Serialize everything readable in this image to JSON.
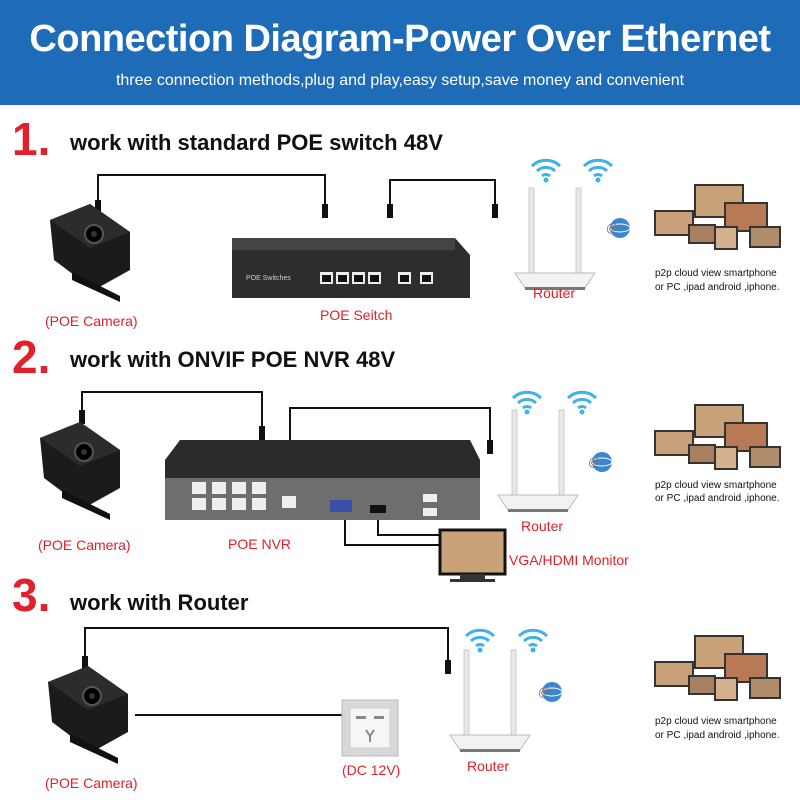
{
  "header": {
    "title": "Connection Diagram-Power Over Ethernet",
    "subtitle": "three connection methods,plug and play,easy setup,save money and convenient"
  },
  "colors": {
    "header_bg": "#1e6bb8",
    "accent_red": "#e0202a"
  },
  "sections": [
    {
      "number": "1.",
      "title": "work with standard POE switch 48V",
      "labels": {
        "camera": "(POE Camera)",
        "device": "POE Seitch",
        "router": "Router"
      },
      "switch_text": "POE Switches",
      "cloud_text": [
        "p2p cloud view smartphone",
        "or PC ,ipad android ,iphone."
      ]
    },
    {
      "number": "2.",
      "title": "work with ONVIF POE NVR 48V",
      "labels": {
        "camera": "(POE Camera)",
        "device": "POE NVR",
        "router": "Router",
        "monitor": "VGA/HDMI Monitor"
      },
      "cloud_text": [
        "p2p cloud view smartphone",
        "or PC ,ipad android ,iphone."
      ]
    },
    {
      "number": "3.",
      "title": "work with Router",
      "labels": {
        "camera": "(POE Camera)",
        "power": "(DC 12V)",
        "router": "Router"
      },
      "cloud_text": [
        "p2p cloud view smartphone",
        "or PC ,ipad android ,iphone."
      ]
    }
  ],
  "icons": [
    "camera-icon",
    "switch-icon",
    "router-icon",
    "wifi-icon",
    "cloud-icon",
    "devices-icon",
    "nvr-icon",
    "monitor-icon",
    "power-outlet-icon"
  ]
}
